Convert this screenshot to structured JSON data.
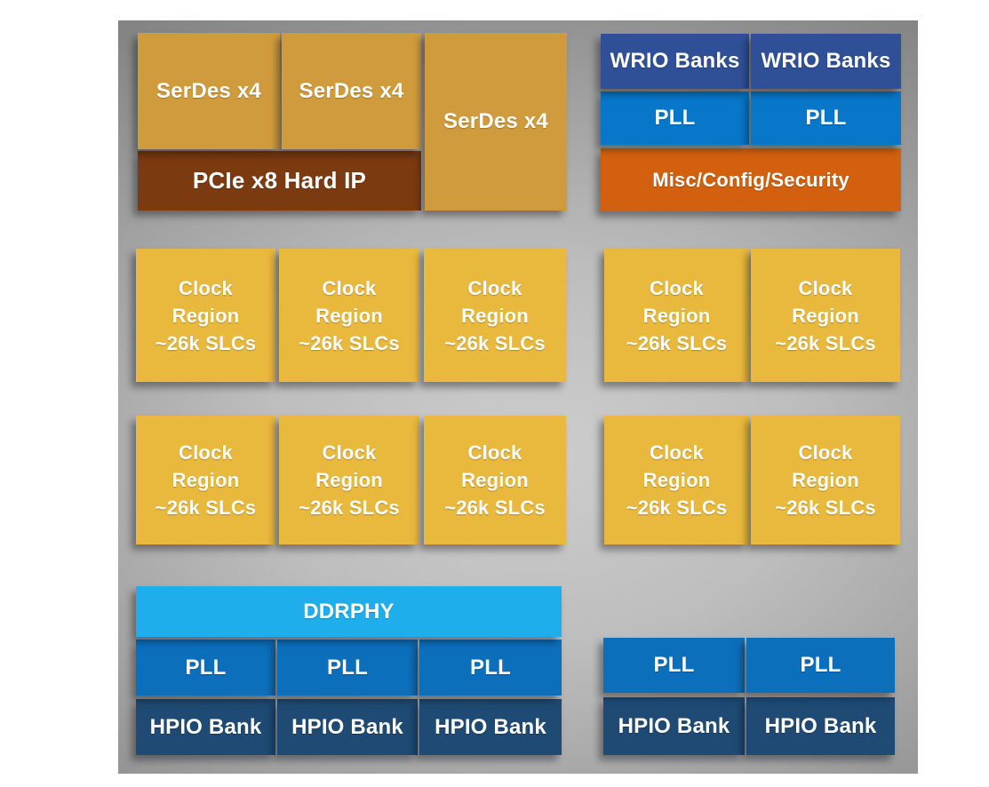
{
  "colors": {
    "serdes": "#D09B3C",
    "pcie": "#7C3A10",
    "wrio": "#2F4F97",
    "pll_top": "#0877CA",
    "pll_bottom": "#0C6FBC",
    "misc": "#D2600F",
    "clock": "#E9B93D",
    "ddrphy": "#1FAEEC",
    "hpio": "#1F4A73",
    "panel_center_gray": "#CDCDCD",
    "panel_edge_gray": "#6C6C6C",
    "label_text": "#FFFFFF"
  },
  "blocks": [
    {
      "id": "pcie-x8-hard-ip",
      "label": "PCIe x8 Hard IP"
    },
    {
      "id": "serdes-1",
      "label": "SerDes x4"
    },
    {
      "id": "serdes-2",
      "label": "SerDes x4"
    },
    {
      "id": "serdes-3",
      "label": "SerDes x4"
    },
    {
      "id": "misc-config-security",
      "label": "Misc/Config/Security"
    },
    {
      "id": "pll-top-1",
      "label": "PLL"
    },
    {
      "id": "pll-top-2",
      "label": "PLL"
    },
    {
      "id": "wrio-banks-1",
      "label": "WRIO Banks"
    },
    {
      "id": "wrio-banks-2",
      "label": "WRIO Banks"
    },
    {
      "id": "clock-region-r1-c1",
      "label": "Clock\nRegion\n~26k SLCs"
    },
    {
      "id": "clock-region-r1-c2",
      "label": "Clock\nRegion\n~26k SLCs"
    },
    {
      "id": "clock-region-r1-c3",
      "label": "Clock\nRegion\n~26k SLCs"
    },
    {
      "id": "clock-region-r1-c4",
      "label": "Clock\nRegion\n~26k SLCs"
    },
    {
      "id": "clock-region-r1-c5",
      "label": "Clock\nRegion\n~26k SLCs"
    },
    {
      "id": "clock-region-r2-c1",
      "label": "Clock\nRegion\n~26k SLCs"
    },
    {
      "id": "clock-region-r2-c2",
      "label": "Clock\nRegion\n~26k SLCs"
    },
    {
      "id": "clock-region-r2-c3",
      "label": "Clock\nRegion\n~26k SLCs"
    },
    {
      "id": "clock-region-r2-c4",
      "label": "Clock\nRegion\n~26k SLCs"
    },
    {
      "id": "clock-region-r2-c5",
      "label": "Clock\nRegion\n~26k SLCs"
    },
    {
      "id": "hpio-bank-bl-1",
      "label": "HPIO Bank"
    },
    {
      "id": "hpio-bank-bl-2",
      "label": "HPIO Bank"
    },
    {
      "id": "hpio-bank-bl-3",
      "label": "HPIO Bank"
    },
    {
      "id": "pll-bl-1",
      "label": "PLL"
    },
    {
      "id": "pll-bl-2",
      "label": "PLL"
    },
    {
      "id": "pll-bl-3",
      "label": "PLL"
    },
    {
      "id": "ddrphy",
      "label": "DDRPHY"
    },
    {
      "id": "hpio-bank-br-1",
      "label": "HPIO Bank"
    },
    {
      "id": "hpio-bank-br-2",
      "label": "HPIO Bank"
    },
    {
      "id": "pll-br-1",
      "label": "PLL"
    },
    {
      "id": "pll-br-2",
      "label": "PLL"
    }
  ]
}
